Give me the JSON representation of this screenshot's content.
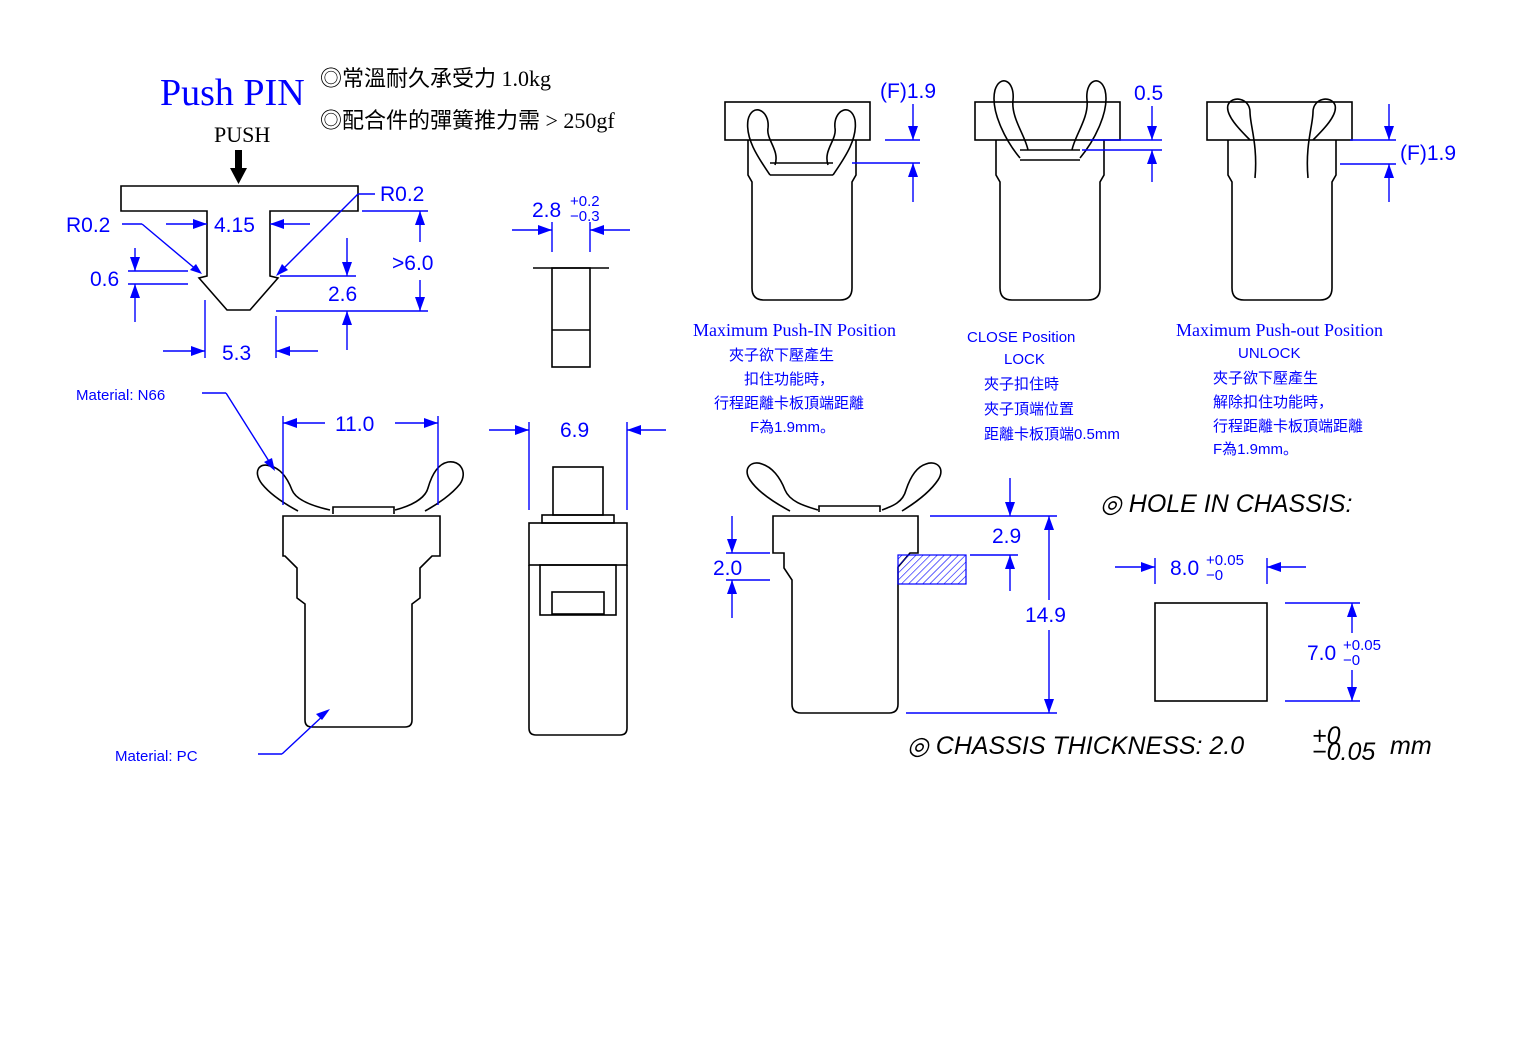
{
  "title": "Push PIN",
  "push_label": "PUSH",
  "notes": [
    "◎常溫耐久承受力 1.0kg",
    "◎配合件的彈簧推力需 > 250gf"
  ],
  "top_view_dims": {
    "r_left": "R0.2",
    "r_right": "R0.2",
    "width_415": "4.15",
    "d06": "0.6",
    "gt6": ">6.0",
    "d26": "2.6",
    "d53": "5.3"
  },
  "side_dim": {
    "base": "2.8",
    "tol_plus": "+0.2",
    "tol_minus": "−0.3"
  },
  "materials": {
    "n66": "Material: N66",
    "pc": "Material:  PC"
  },
  "front_dims": {
    "width": "11.0",
    "side_width": "6.9"
  },
  "positions": [
    {
      "dim": "(F)1.9",
      "title": "Maximum Push-IN Position",
      "lines": [
        "夾子欲下壓產生",
        "扣住功能時，",
        "行程距離卡板頂端距離",
        "F為1.9mm。"
      ]
    },
    {
      "dim": "0.5",
      "title": "CLOSE Position",
      "subtitle": "LOCK",
      "lines": [
        "夾子扣住時",
        "夾子頂端位置",
        "距離卡板頂端0.5mm"
      ]
    },
    {
      "dim": "(F)1.9",
      "title": "Maximum Push-out Position",
      "subtitle": "UNLOCK",
      "lines": [
        "夾子欲下壓產生",
        "解除扣住功能時，",
        "行程距離卡板頂端距離",
        "F為1.9mm。"
      ]
    }
  ],
  "assembly_dims": {
    "d29": "2.9",
    "d20": "2.0",
    "d149": "14.9"
  },
  "hole": {
    "title": "◎ HOLE  IN  CHASSIS:",
    "width": {
      "base": "8.0",
      "tol_plus": "+0.05",
      "tol_minus": "−0"
    },
    "height": {
      "base": "7.0",
      "tol_plus": "+0.05",
      "tol_minus": "−0"
    }
  },
  "chassis": {
    "prefix": "◎ CHASSIS  THICKNESS:  2.0",
    "tol_plus": "+0",
    "tol_minus": "−0.05",
    "unit": "mm"
  }
}
